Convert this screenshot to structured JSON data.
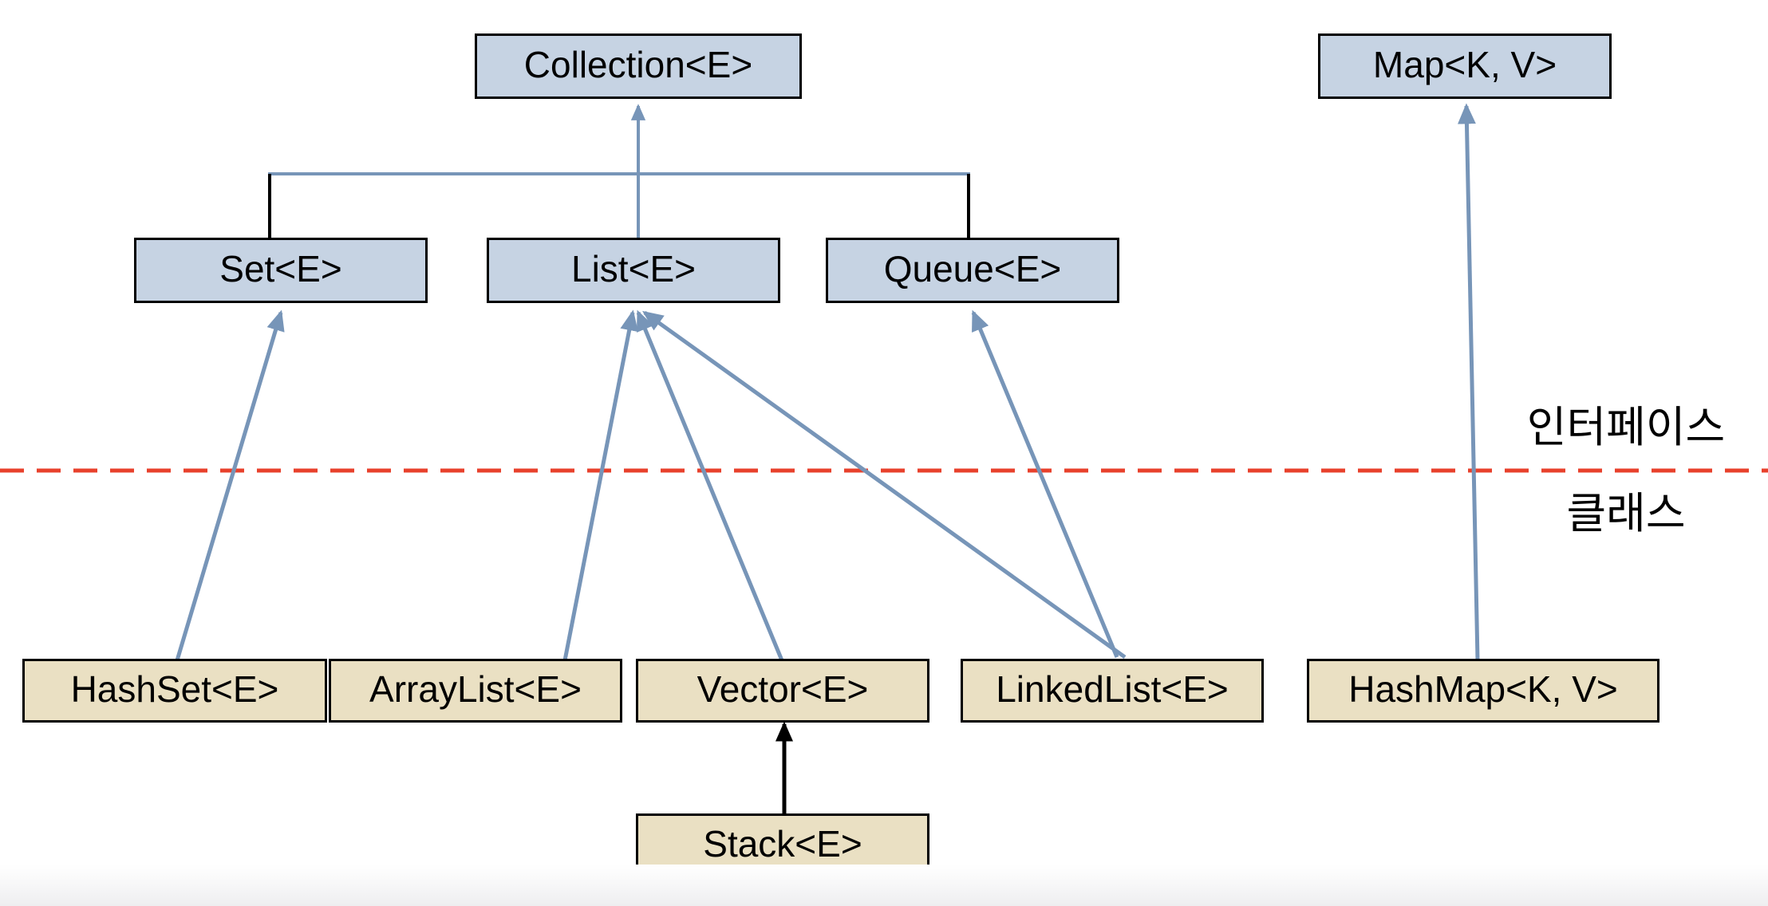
{
  "diagram": {
    "title": "Java Collections Framework Hierarchy",
    "type": "class-hierarchy-diagram",
    "colors": {
      "interface_fill": "#c6d3e3",
      "class_fill": "#eae0c3",
      "node_border": "#000000",
      "arrow_blue": "#7795b8",
      "arrow_black": "#000000",
      "divider_red": "#e8412c",
      "background": "#ffffff"
    },
    "nodes": {
      "collection": {
        "label": "Collection<E>",
        "kind": "interface"
      },
      "set": {
        "label": "Set<E>",
        "kind": "interface"
      },
      "list": {
        "label": "List<E>",
        "kind": "interface"
      },
      "queue": {
        "label": "Queue<E>",
        "kind": "interface"
      },
      "map": {
        "label": "Map<K, V>",
        "kind": "interface"
      },
      "hashset": {
        "label": "HashSet<E>",
        "kind": "class"
      },
      "arraylist": {
        "label": "ArrayList<E>",
        "kind": "class"
      },
      "vector": {
        "label": "Vector<E>",
        "kind": "class"
      },
      "linkedlist": {
        "label": "LinkedList<E>",
        "kind": "class"
      },
      "hashmap": {
        "label": "HashMap<K, V>",
        "kind": "class"
      },
      "stack": {
        "label": "Stack<E>",
        "kind": "class"
      }
    },
    "divider": {
      "above_label": "인터페이스",
      "below_label": "클래스",
      "style": "dashed",
      "color": "#e8412c"
    },
    "relations": [
      {
        "from": "Set<E>",
        "to": "Collection<E>",
        "style": "extends",
        "color": "blue"
      },
      {
        "from": "List<E>",
        "to": "Collection<E>",
        "style": "extends",
        "color": "blue"
      },
      {
        "from": "Queue<E>",
        "to": "Collection<E>",
        "style": "extends",
        "color": "blue"
      },
      {
        "from": "HashSet<E>",
        "to": "Set<E>",
        "style": "implements",
        "color": "blue"
      },
      {
        "from": "ArrayList<E>",
        "to": "List<E>",
        "style": "implements",
        "color": "blue"
      },
      {
        "from": "Vector<E>",
        "to": "List<E>",
        "style": "implements",
        "color": "blue"
      },
      {
        "from": "LinkedList<E>",
        "to": "List<E>",
        "style": "implements",
        "color": "blue"
      },
      {
        "from": "LinkedList<E>",
        "to": "Queue<E>",
        "style": "implements",
        "color": "blue"
      },
      {
        "from": "HashMap<K, V>",
        "to": "Map<K, V>",
        "style": "implements",
        "color": "blue"
      },
      {
        "from": "Stack<E>",
        "to": "Vector<E>",
        "style": "extends",
        "color": "black"
      }
    ]
  }
}
